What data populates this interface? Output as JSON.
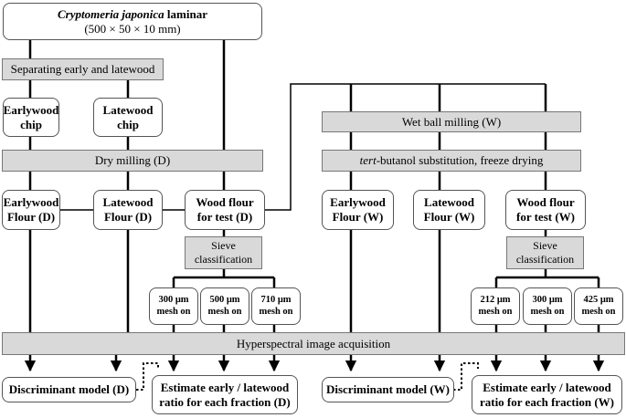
{
  "nodes": {
    "laminar": {
      "title_italic": "Cryptomeria japonica",
      "title_rest": " laminar",
      "dims": "(500 × 50 × 10 mm)"
    },
    "separating": {
      "label": "Separating early and latewood"
    },
    "earlywood_chip": {
      "line1": "Earlywood",
      "line2": "chip"
    },
    "latewood_chip": {
      "line1": "Latewood",
      "line2": "chip"
    },
    "dry_milling": {
      "label": "Dry milling (D)"
    },
    "wet_ball_milling": {
      "label": "Wet ball milling (W)"
    },
    "tert_butanol": {
      "italic": "tert",
      "rest": "-butanol substitution, freeze drying"
    },
    "ew_flour_d": {
      "line1": "Earlywood",
      "line2": "Flour (D)"
    },
    "lw_flour_d": {
      "line1": "Latewood",
      "line2": "Flour (D)"
    },
    "test_flour_d": {
      "line1": "Wood flour",
      "line2": "for test (D)"
    },
    "ew_flour_w": {
      "line1": "Earlywood",
      "line2": "Flour (W)"
    },
    "lw_flour_w": {
      "line1": "Latewood",
      "line2": "Flour (W)"
    },
    "test_flour_w": {
      "line1": "Wood flour",
      "line2": "for test (W)"
    },
    "sieve_d": {
      "line1": "Sieve",
      "line2": "classification"
    },
    "sieve_w": {
      "line1": "Sieve",
      "line2": "classification"
    },
    "mesh_d": [
      {
        "line1": "300 μm",
        "line2": "mesh on"
      },
      {
        "line1": "500 μm",
        "line2": "mesh on"
      },
      {
        "line1": "710 μm",
        "line2": "mesh on"
      }
    ],
    "mesh_w": [
      {
        "line1": "212 μm",
        "line2": "mesh on"
      },
      {
        "line1": "300 μm",
        "line2": "mesh on"
      },
      {
        "line1": "425 μm",
        "line2": "mesh on"
      }
    ],
    "hyperspectral": {
      "label": "Hyperspectral image acquisition"
    },
    "discriminant_d": {
      "label": "Discriminant model (D)"
    },
    "estimate_d": {
      "line1": "Estimate early / latewood",
      "line2": "ratio for each fraction (D)"
    },
    "discriminant_w": {
      "label": "Discriminant model (W)"
    },
    "estimate_w": {
      "line1": "Estimate early / latewood",
      "line2": "ratio for each fraction (W)"
    }
  },
  "colors": {
    "gray_box": "#d9d9d9",
    "line": "#000000",
    "box_border": "#555555"
  }
}
